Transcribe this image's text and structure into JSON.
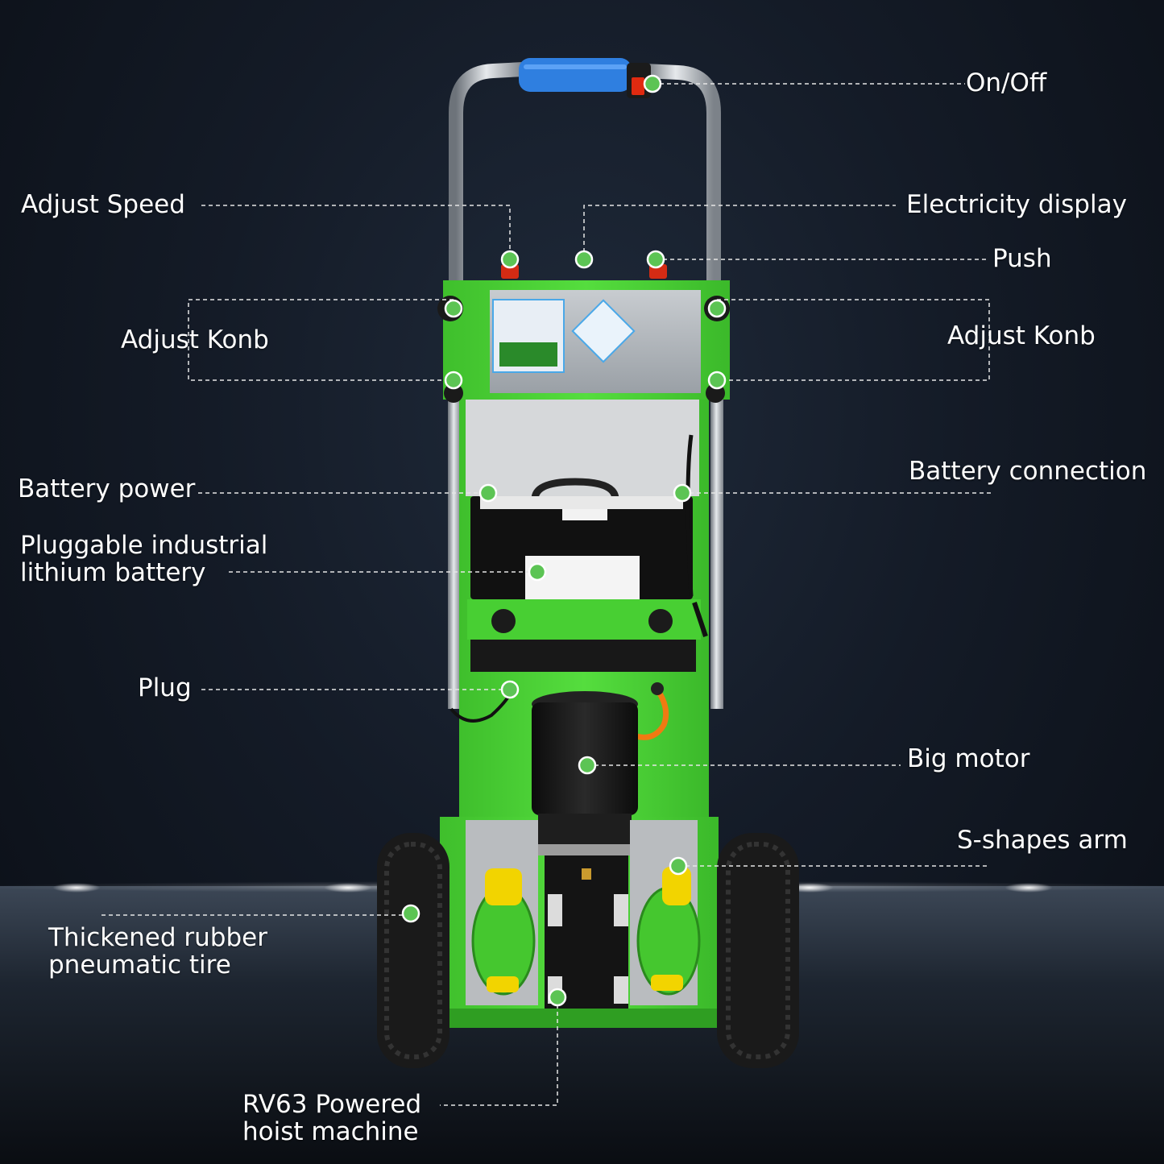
{
  "colors": {
    "frame_green": "#4cd436",
    "marker_green": "#5cc454",
    "handle_blue": "#2f7fe0",
    "wheel_yellow": "#f2d400",
    "motor_black": "#151515"
  },
  "icons": {
    "marker": "green-dot-icon"
  },
  "callouts": {
    "on_off": "On/Off",
    "adjust_speed": "Adjust Speed",
    "electricity_display": "Electricity display",
    "push": "Push",
    "adjust_knob_left": "Adjust Konb",
    "adjust_knob_right": "Adjust Konb",
    "battery_power": "Battery power",
    "battery_connection": "Battery connection",
    "lithium_battery_line1": "Pluggable industrial",
    "lithium_battery_line2": "lithium battery",
    "plug": "Plug",
    "big_motor": "Big motor",
    "s_shapes_arm": "S-shapes arm",
    "tire_line1": "Thickened rubber",
    "tire_line2": "pneumatic tire",
    "hoist_line1": "RV63 Powered",
    "hoist_line2": "hoist machine"
  }
}
